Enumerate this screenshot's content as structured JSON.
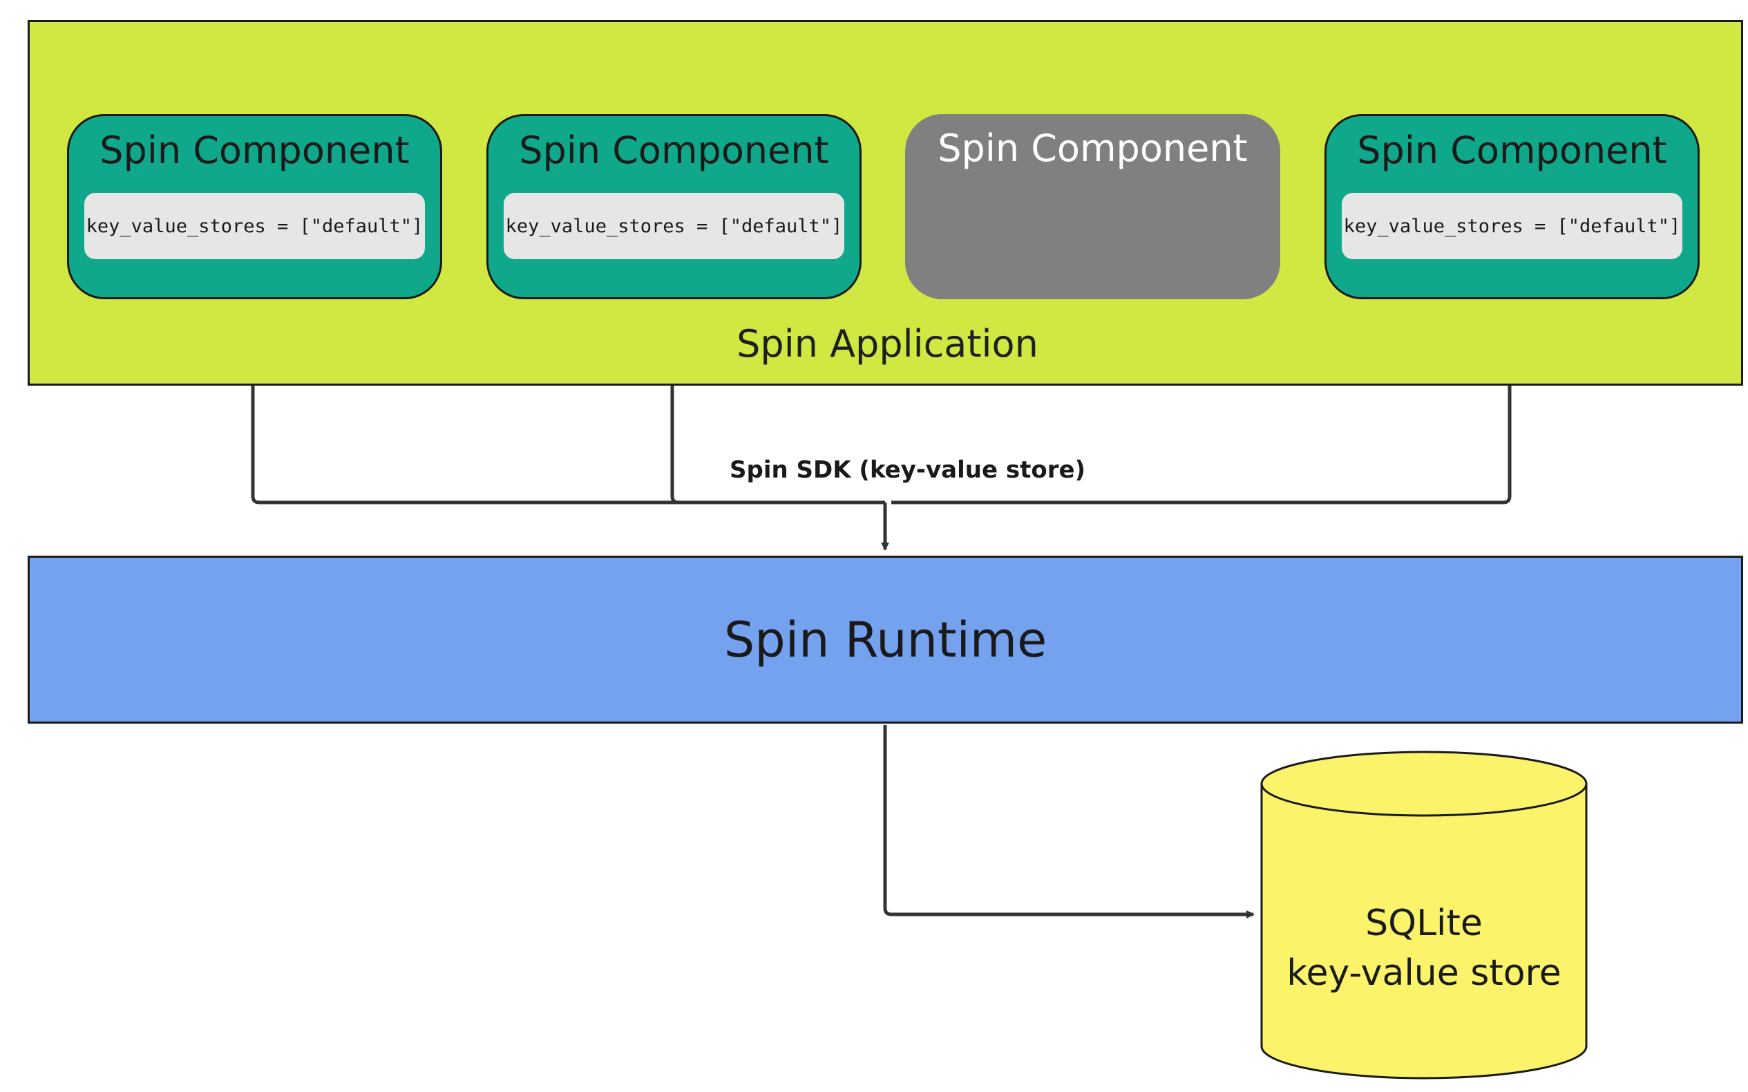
{
  "application": {
    "label": "Spin Application"
  },
  "components": [
    {
      "title": "Spin Component",
      "config": "key_value_stores = [\"default\"]"
    },
    {
      "title": "Spin Component",
      "config": "key_value_stores = [\"default\"]"
    },
    {
      "title": "Spin Component"
    },
    {
      "title": "Spin Component",
      "config": "key_value_stores = [\"default\"]"
    }
  ],
  "sdk_label": "Spin SDK (key-value store)",
  "runtime": {
    "label": "Spin Runtime"
  },
  "database": {
    "line1": "SQLite",
    "line2": "key-value store"
  },
  "colors": {
    "application": "#d1e843",
    "component_active": "#0fa88a",
    "component_inactive": "#808080",
    "runtime": "#74a2ef",
    "database": "#fbf36a"
  }
}
